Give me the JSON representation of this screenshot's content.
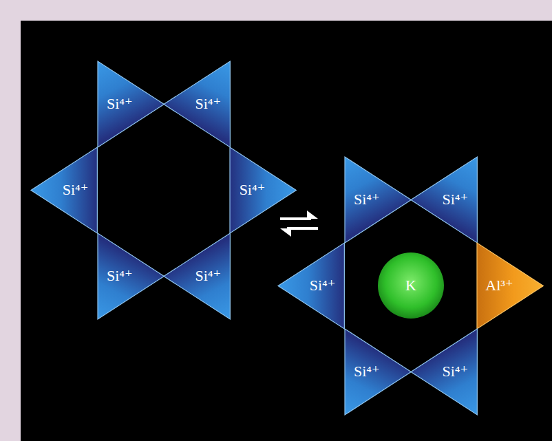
{
  "diagram": {
    "nodes": [
      {
        "text": [
          "Si⁴⁺"
        ]
      },
      {
        "text": [
          "Si⁴⁺"
        ]
      },
      {
        "text": [
          "Si⁴⁺"
        ]
      },
      {
        "text": [
          "Si⁴⁺"
        ]
      },
      {
        "text": [
          "Si⁴⁺"
        ]
      },
      {
        "text": [
          "Si⁴⁺"
        ]
      },
      {
        "text": [
          "Si⁴⁺"
        ]
      },
      {
        "text": [
          "Si⁴⁺"
        ]
      },
      {
        "text": [
          "Si⁴⁺"
        ]
      },
      {
        "text": [
          "K"
        ]
      },
      {
        "text": [
          "Al³⁺"
        ]
      },
      {
        "text": [
          "Si⁴⁺"
        ]
      },
      {
        "text": [
          "Si⁴⁺"
        ]
      }
    ]
  }
}
